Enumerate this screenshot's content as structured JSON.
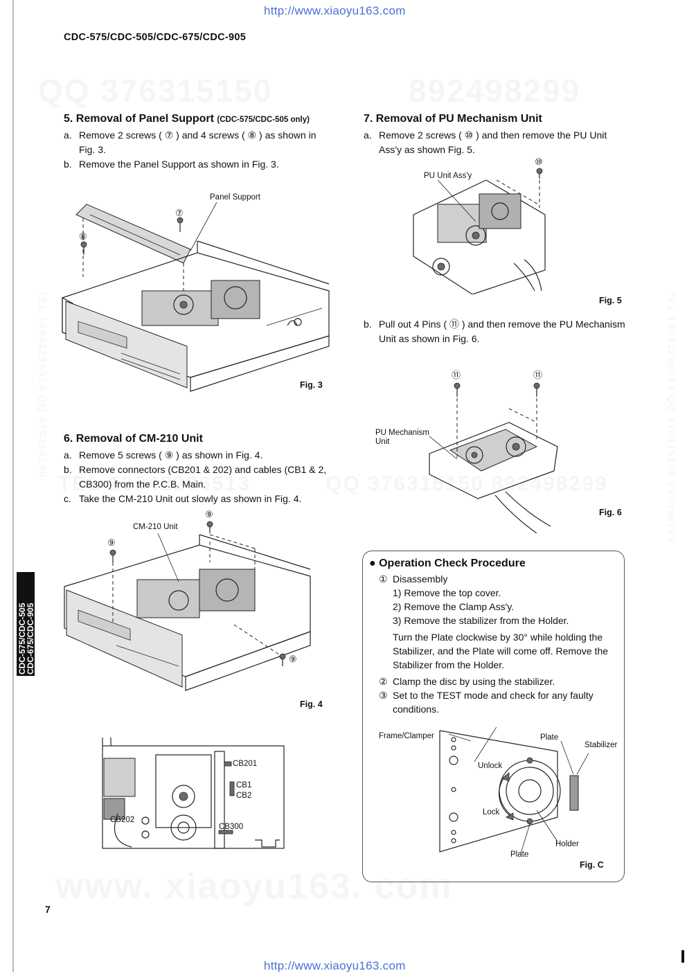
{
  "header": {
    "url_top": "http://www.xiaoyu163.com",
    "url_bottom": "http://www.xiaoyu163.com",
    "model": "CDC-575/CDC-505/CDC-675/CDC-905",
    "page_number": "7"
  },
  "watermarks": {
    "top_left": "QQ 376315150",
    "top_right": "892498299",
    "mid_left": "TEL 13942296513",
    "mid_right": "QQ 376315150  892498299",
    "bottom": "www. xiaoyu163. com",
    "side_left": "TEL 13942296513  QQ 376315150",
    "side_right": "TEL 13942296513  QQ 376315150  892498299"
  },
  "side_tab": {
    "line1": "CDC-575/CDC-505",
    "line2": "CDC-675/CDC-905"
  },
  "section5": {
    "title": "5. Removal of Panel Support",
    "note": "(CDC-575/CDC-505 only)",
    "steps": [
      {
        "letter": "a.",
        "text": "Remove 2 screws ( ⑦ ) and 4 screws ( ⑧ ) as shown in Fig. 3."
      },
      {
        "letter": "b.",
        "text": "Remove the Panel Support as shown in Fig. 3."
      }
    ],
    "fig_labels": {
      "panel_support": "Panel Support",
      "m7": "⑦",
      "m8": "⑧"
    },
    "fig_caption": "Fig. 3"
  },
  "section6": {
    "title": "6. Removal of CM-210 Unit",
    "steps": [
      {
        "letter": "a.",
        "text": "Remove 5 screws ( ⑨ ) as shown in Fig. 4."
      },
      {
        "letter": "b.",
        "text": "Remove connectors (CB201 & 202) and cables (CB1 & 2, CB300) from the P.C.B. Main."
      },
      {
        "letter": "c.",
        "text": "Take the CM-210 Unit out slowly as shown in Fig. 4."
      }
    ],
    "fig_labels": {
      "cm210": "CM-210 Unit",
      "m9": "⑨"
    },
    "fig_caption": "Fig. 4",
    "pcb_labels": {
      "cb201": "CB201",
      "cb1": "CB1",
      "cb2": "CB2",
      "cb202": "CB202",
      "cb300": "CB300"
    }
  },
  "section7": {
    "title": "7. Removal of PU Mechanism Unit",
    "steps": [
      {
        "letter": "a.",
        "text": "Remove 2 screws ( ⑩ ) and then remove the PU Unit Ass'y as shown Fig. 5."
      },
      {
        "letter": "b.",
        "text": "Pull out 4 Pins ( ⑪ ) and then remove the PU Mechanism Unit as shown in Fig. 6."
      }
    ],
    "fig5_labels": {
      "pu_unit": "PU Unit Ass'y",
      "m10": "⑩"
    },
    "fig5_caption": "Fig. 5",
    "fig6_labels": {
      "pu_mech_1": "PU Mechanism",
      "pu_mech_2": "Unit",
      "m11": "⑪"
    },
    "fig6_caption": "Fig. 6"
  },
  "procedure": {
    "title": "● Operation Check Procedure",
    "items": [
      {
        "num": "①",
        "text": "Disassembly"
      },
      {
        "sub": "1) Remove the top cover."
      },
      {
        "sub": "2) Remove the Clamp Ass'y."
      },
      {
        "sub": "3) Remove the stabilizer from the Holder."
      },
      {
        "para": "Turn the Plate clockwise by 30° while holding the Stabilizer, and the Plate will come off. Remove the Stabilizer from the Holder."
      },
      {
        "num": "②",
        "text": "Clamp the disc by using the stabilizer."
      },
      {
        "num": "③",
        "text": "Set to the TEST mode and check for any faulty conditions."
      }
    ],
    "fig_labels": {
      "frame_clamper": "Frame/Clamper",
      "plate_top": "Plate",
      "stabilizer": "Stabilizer",
      "unlock": "Unlock",
      "lock": "Lock",
      "holder": "Holder",
      "plate_bottom": "Plate"
    },
    "fig_caption": "Fig. C"
  }
}
